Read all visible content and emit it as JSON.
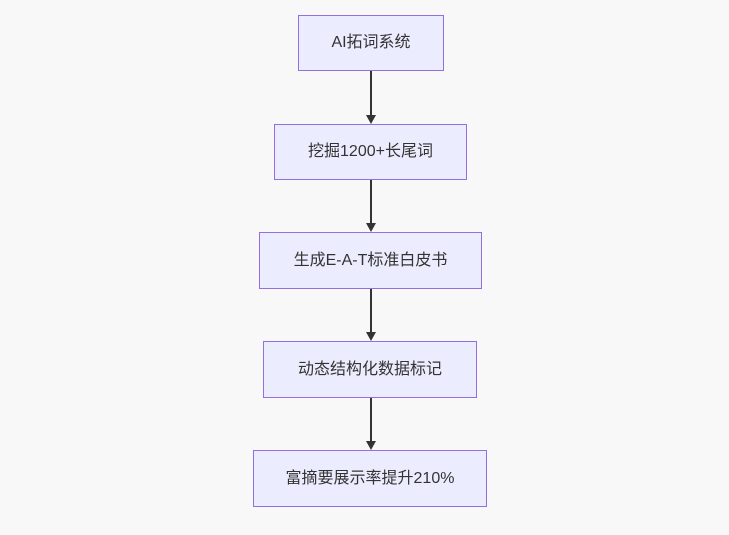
{
  "diagram": {
    "type": "flowchart",
    "direction": "top-down",
    "nodes": [
      {
        "id": "A",
        "label": "AI拓词系统"
      },
      {
        "id": "B",
        "label": "挖掘1200+长尾词"
      },
      {
        "id": "C",
        "label": "生成E-A-T标准白皮书"
      },
      {
        "id": "D",
        "label": "动态结构化数据标记"
      },
      {
        "id": "E",
        "label": "富摘要展示率提升210%"
      }
    ],
    "edges": [
      {
        "from": "A",
        "to": "B"
      },
      {
        "from": "B",
        "to": "C"
      },
      {
        "from": "C",
        "to": "D"
      },
      {
        "from": "D",
        "to": "E"
      }
    ]
  },
  "colors": {
    "canvas_background": "#f8f8f8",
    "node_fill": "#ececff",
    "node_border": "#9370db",
    "node_text": "#333333",
    "arrow": "#333333"
  }
}
